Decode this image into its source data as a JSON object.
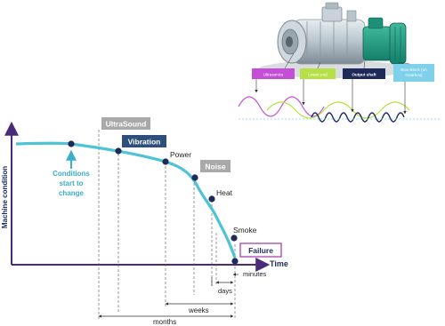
{
  "axes": {
    "y_label": "Machine condition",
    "x_label": "Time"
  },
  "annotation": {
    "line1": "Conditions",
    "line2": "start to",
    "line3": "change"
  },
  "stages": {
    "ultrasound": "UltraSound",
    "vibration": "Vibration",
    "power": "Power",
    "noise": "Noise",
    "heat": "Heat",
    "smoke": "Smoke",
    "failure": "Failure"
  },
  "time_spans": {
    "minutes": "minutes",
    "days": "days",
    "weeks": "weeks",
    "months": "months"
  },
  "pump_tags": {
    "tag1": "Ultrasonics",
    "tag2": "Lower end",
    "tag3": "Output shaft",
    "tag4": "Bow Block (on Gearbox)"
  },
  "colors": {
    "curve": "#4fc3d6",
    "axis": "#4a2b7a",
    "annotation": "#3aaecb",
    "point": "#1e2a5a",
    "ultrasound_box": "#a9a9a9",
    "vibration_box": "#2d4f7a",
    "noise_box": "#a9a9a9",
    "failure_border": "#b04fb0",
    "tag1": "#c44fd6",
    "tag2": "#b6e045",
    "tag3": "#1e2a5a",
    "tag4": "#7fd0ea"
  }
}
